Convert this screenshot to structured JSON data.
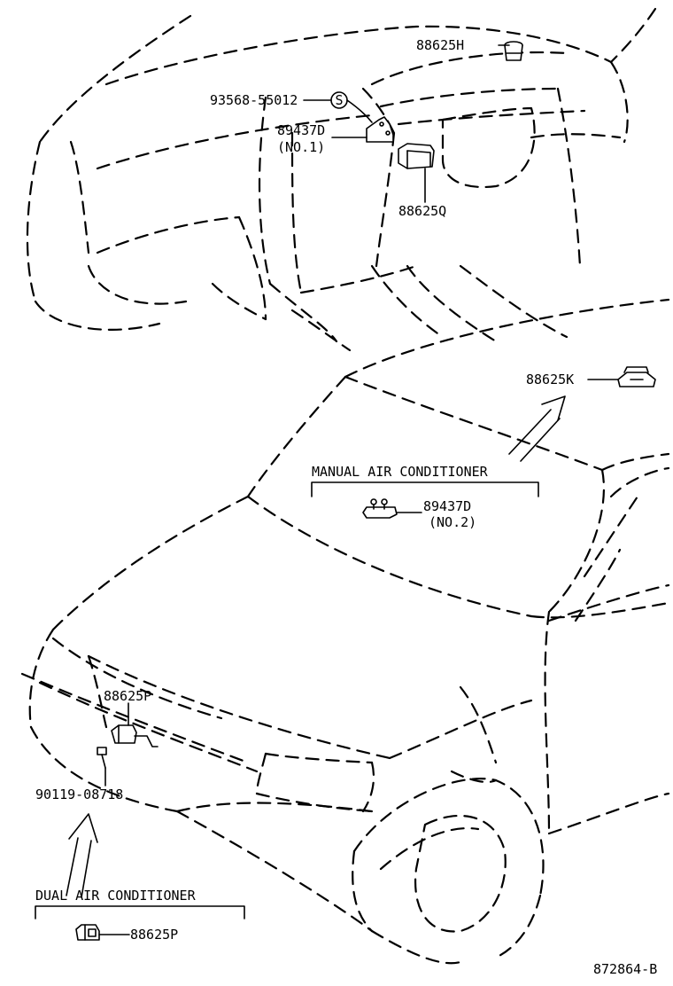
{
  "parts": {
    "p88625h": "88625H",
    "p93568": "93568-55012",
    "p89437d_1": "89437D",
    "no1": "(NO.1)",
    "p88625q": "88625Q",
    "p88625k": "88625K",
    "p89437d_2": "89437D",
    "no2": "(NO.2)",
    "p88625p_upper": "88625P",
    "p90119": "90119-08718",
    "p88625p_lower": "88625P"
  },
  "marks": {
    "s_circle": "S"
  },
  "notes": {
    "manual_ac": "MANUAL AIR CONDITIONER",
    "dual_ac": "DUAL AIR CONDITIONER"
  },
  "diagram_id": "872864-B"
}
